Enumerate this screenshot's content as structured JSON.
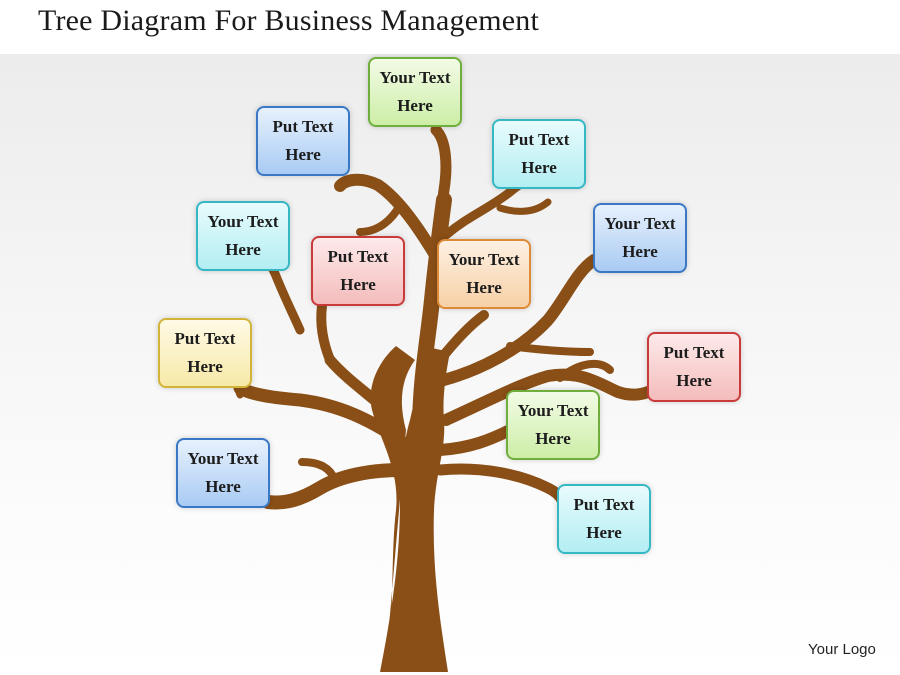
{
  "title": "Tree Diagram For Business Management",
  "logo": "Your Logo",
  "nodes": [
    {
      "text": "Your Text\nHere",
      "color": "#cdeea7"
    },
    {
      "text": "Put Text\nHere",
      "color": "#a9cbf3"
    },
    {
      "text": "Put Text\nHere",
      "color": "#b3eef3"
    },
    {
      "text": "Your Text\nHere",
      "color": "#b3eef3"
    },
    {
      "text": "Your Text\nHere",
      "color": "#a9cbf3"
    },
    {
      "text": "Put Text\nHere",
      "color": "#f4bcbc"
    },
    {
      "text": "Your Text\nHere",
      "color": "#f7d1a7"
    },
    {
      "text": "Put Text\nHere",
      "color": "#f7e9a8"
    },
    {
      "text": "Put Text\nHere",
      "color": "#f4bcbc"
    },
    {
      "text": "Your Text\nHere",
      "color": "#cdeea7"
    },
    {
      "text": "Your Text\nHere",
      "color": "#a9cbf3"
    },
    {
      "text": "Put Text\nHere",
      "color": "#b3eef3"
    }
  ],
  "colors": {
    "trunk": "#8a4f17",
    "title": "#1a1a1a"
  }
}
